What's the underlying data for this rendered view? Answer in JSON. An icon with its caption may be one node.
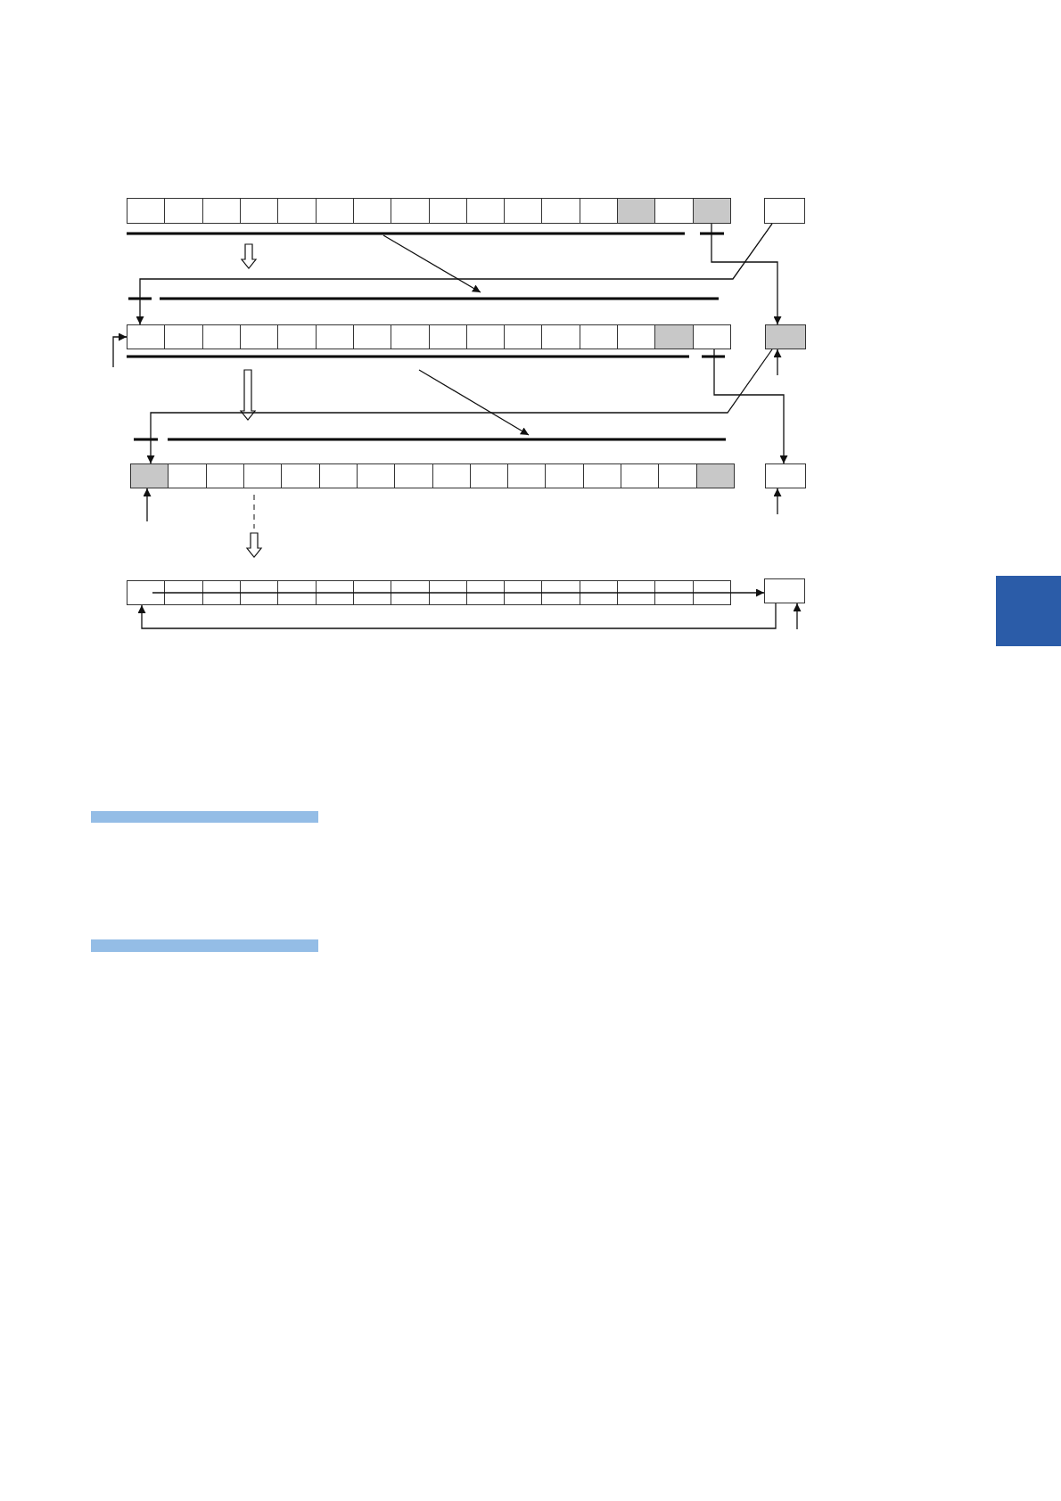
{
  "diagram": {
    "nodes": [
      {
        "text": [],
        "shape": "box"
      },
      {
        "text": [],
        "shape": "box"
      },
      {
        "text": [],
        "shape": "box"
      },
      {
        "text": [],
        "shape": "box"
      },
      {
        "text": [],
        "shape": "box"
      },
      {
        "text": [],
        "shape": "box"
      },
      {
        "text": [],
        "shape": "box"
      },
      {
        "text": [],
        "shape": "box"
      },
      {
        "text": [],
        "shape": "box"
      },
      {
        "text": [],
        "shape": "bar"
      },
      {
        "text": [],
        "shape": "bar"
      }
    ],
    "edges": [
      {
        "from": 0,
        "to": 3,
        "arrow": "to"
      },
      {
        "from": 1,
        "to": 2,
        "arrow": "to"
      },
      {
        "from": 2,
        "to": 5,
        "arrow": "to"
      },
      {
        "from": 3,
        "to": 4,
        "arrow": "to"
      },
      {
        "from": null,
        "to": 2,
        "arrow": "to"
      },
      {
        "from": null,
        "to": 3,
        "arrow": "to"
      },
      {
        "from": null,
        "to": 4,
        "arrow": "to"
      },
      {
        "from": null,
        "to": 5,
        "arrow": "to"
      },
      {
        "from": 6,
        "to": 7,
        "arrow": "to"
      },
      {
        "from": 7,
        "to": 6,
        "arrow": "to"
      },
      {
        "from": null,
        "to": 7,
        "arrow": "to"
      },
      {
        "from": 0,
        "to": 2,
        "arrow": "to",
        "style": "thick"
      },
      {
        "from": 2,
        "to": 4,
        "arrow": "to",
        "style": "thick"
      },
      {
        "from": 4,
        "to": 6,
        "arrow": "to",
        "style": "thick"
      }
    ]
  }
}
